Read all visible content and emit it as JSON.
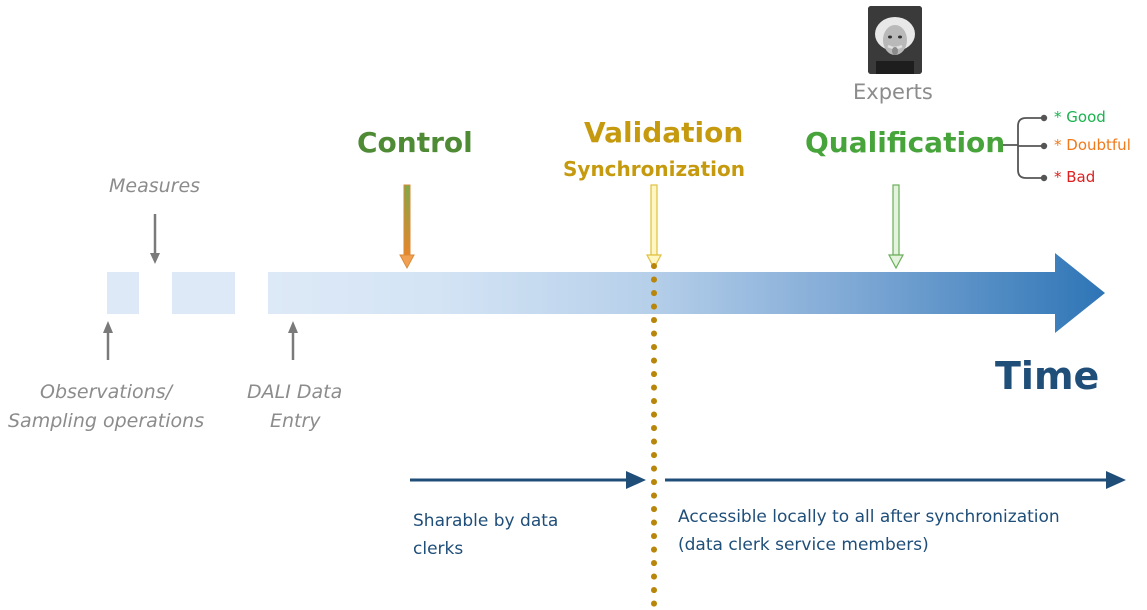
{
  "labels": {
    "measures": "Measures",
    "observations_line1": "Observations/",
    "observations_line2": "Sampling operations",
    "dali_line1": "DALI Data",
    "dali_line2": "Entry",
    "control": "Control",
    "validation": "Validation",
    "synchronization": "Synchronization",
    "qualification": "Qualification",
    "experts": "Experts",
    "time": "Time",
    "sharable_line1": "Sharable by data",
    "sharable_line2": "clerks",
    "accessible_line1": "Accessible locally to all after synchronization",
    "accessible_line2": "(data clerk service members)"
  },
  "qualification_flags": [
    {
      "label": "* Good",
      "color": "#19b34d"
    },
    {
      "label": "* Doubtful",
      "color": "#f07a1c"
    },
    {
      "label": "* Bad",
      "color": "#e02020"
    }
  ],
  "colors": {
    "control": "#4f8a35",
    "validation": "#c59a0f",
    "qualification": "#47a43a",
    "time": "#1f4e79",
    "navy": "#1f4e79",
    "gray": "#8c8c8c",
    "dotted_line": "#b8860b",
    "timeline_start": "#dde9f6",
    "timeline_end": "#2e75b6"
  },
  "icons": [
    "expert-portrait-icon",
    "down-arrow-icon",
    "up-arrow-icon",
    "right-arrow-icon"
  ]
}
